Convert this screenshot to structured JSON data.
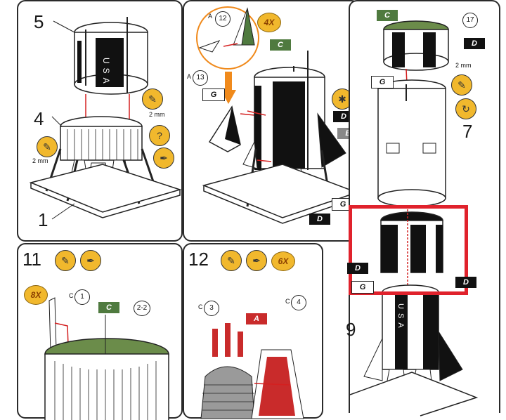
{
  "steps": {
    "s1": {
      "number": "1",
      "callout_num": "5",
      "part_num": "4"
    },
    "s2": {
      "number": "",
      "multiplier": "4X"
    },
    "s3": {
      "number": "7",
      "callout_17": "17",
      "upper_num": "9"
    },
    "s11": {
      "number": "11",
      "multiplier": "8X"
    },
    "s12": {
      "number": "12",
      "multiplier": "6X"
    }
  },
  "labels": {
    "usa": "USA",
    "mm2": "2 mm",
    "c1": "1",
    "c2_2": "2-2",
    "c3": "3",
    "c4": "4",
    "a12": "12",
    "a13": "13",
    "prefix_a": "A",
    "prefix_c": "C"
  },
  "flags": {
    "C": "C",
    "D": "D",
    "E": "E",
    "G": "G",
    "A": "A"
  },
  "colors": {
    "panel_border": "#2a2a2a",
    "accent_yellow": "#f1b82d",
    "orange": "#f08a1c",
    "green": "#4f7a3f",
    "red": "#e0222c"
  }
}
